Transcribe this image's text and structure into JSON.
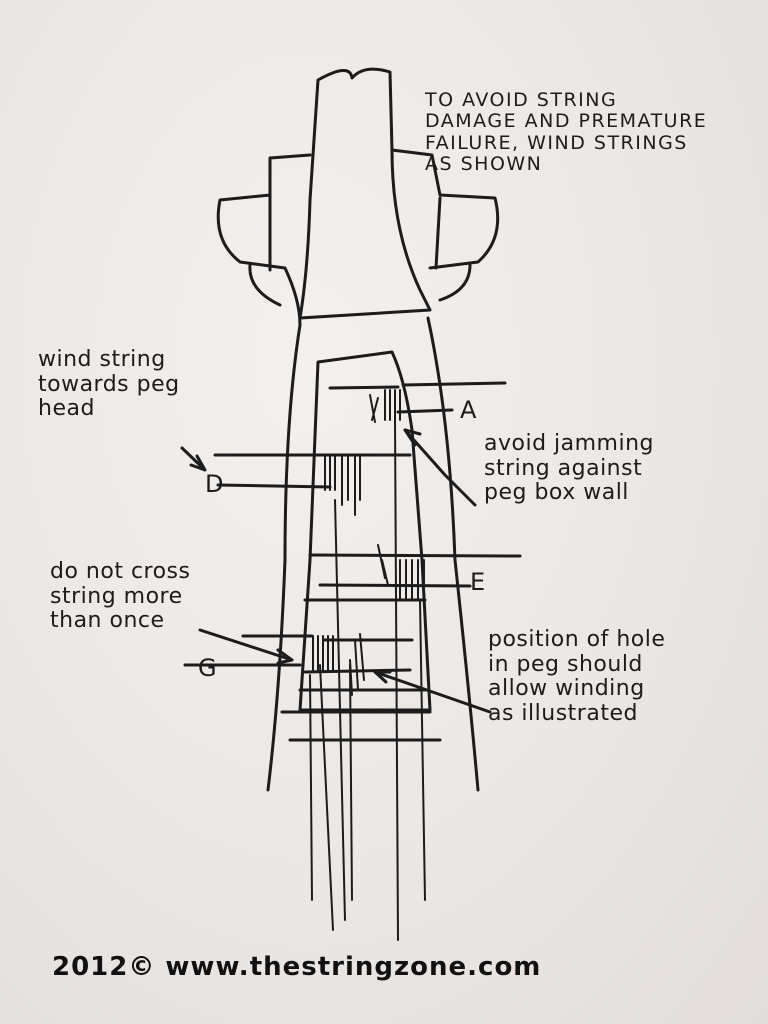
{
  "notes": {
    "top_note": "TO AVOID STRING\nDAMAGE AND PREMATURE\nFAILURE, WIND STRINGS\nAS SHOWN",
    "wind_towards": "wind string\ntowards peg\nhead",
    "avoid_jamming": "avoid jamming\nstring against\npeg box wall",
    "do_not_cross": "do not cross\nstring more\nthan once",
    "position_hole": "position of hole\nin peg should\nallow winding\nas illustrated"
  },
  "strings": {
    "a": "A",
    "d": "D",
    "e": "E",
    "g": "G"
  },
  "footer": "2012© www.thestringzone.com",
  "colors": {
    "paper": "#ebe7e4",
    "ink": "#1c1c1c"
  }
}
